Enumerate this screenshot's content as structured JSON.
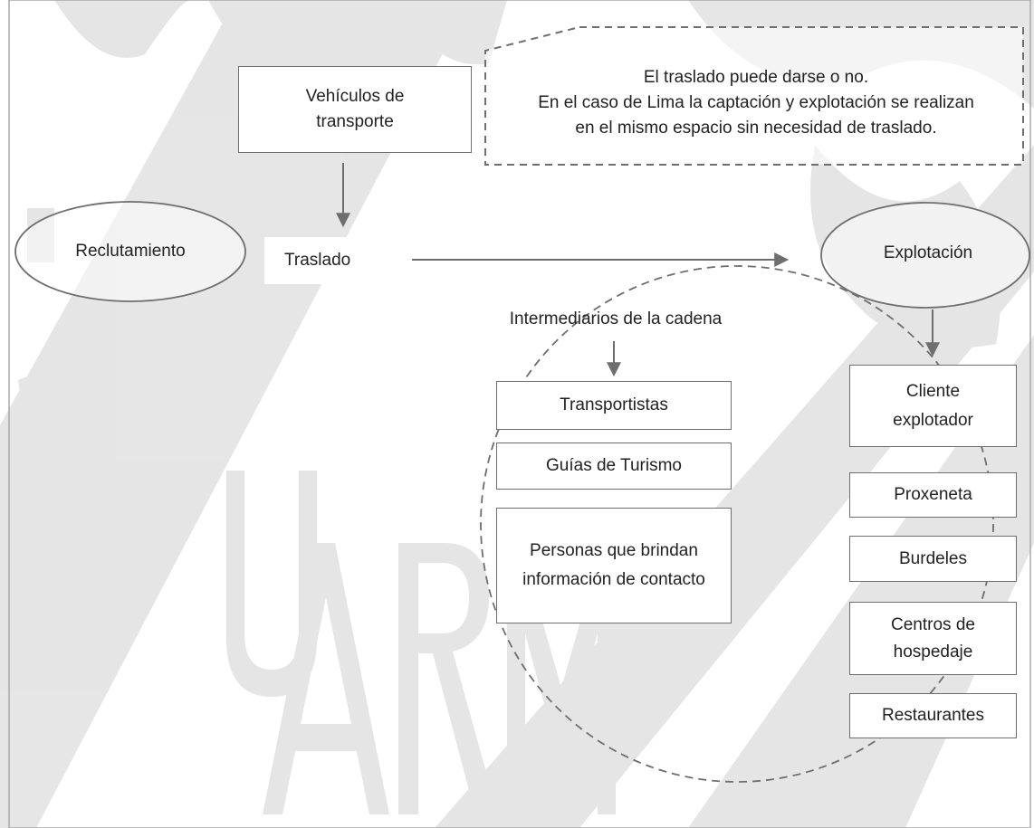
{
  "diagram": {
    "note": {
      "lines": [
        "El traslado puede darse o no.",
        "En el caso de Lima la captación y explotación se realizan",
        "en el mismo espacio sin necesidad de traslado."
      ]
    },
    "vehicles": "Vehículos de transporte",
    "recruitment": "Reclutamiento",
    "transfer": "Traslado",
    "exploitation": "Explotación",
    "intermediaries_title": "Intermediarios de la cadena",
    "intermediaries": [
      "Transportistas",
      "Guías de Turismo",
      "Personas que brindan información de contacto"
    ],
    "client": "Cliente explotador",
    "exploiters": [
      "Proxeneta",
      "Burdeles",
      "Centros de hospedaje",
      "Restaurantes"
    ]
  },
  "colors": {
    "line": "#6e6e6e",
    "watermark": "#dcdcdc",
    "text": "#222222"
  }
}
